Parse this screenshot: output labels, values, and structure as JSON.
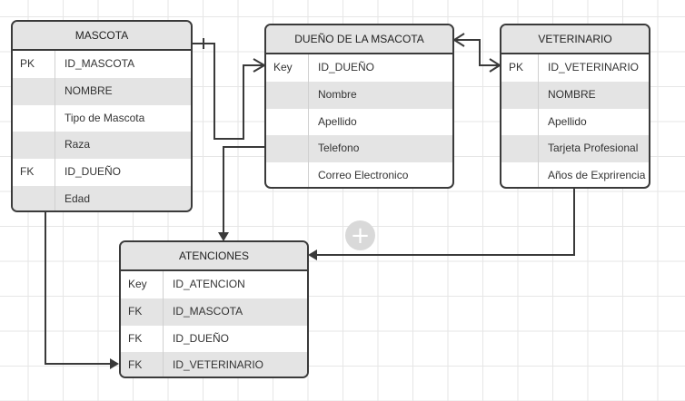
{
  "entities": [
    {
      "id": "mascota",
      "title": "MASCOTA",
      "rows": [
        {
          "key": "PK",
          "field": "ID_MASCOTA"
        },
        {
          "key": "",
          "field": "NOMBRE"
        },
        {
          "key": "",
          "field": "Tipo de Mascota"
        },
        {
          "key": "",
          "field": "Raza"
        },
        {
          "key": "FK",
          "field": "ID_DUEÑO"
        },
        {
          "key": "",
          "field": "Edad"
        }
      ]
    },
    {
      "id": "dueno",
      "title": "DUEÑO DE LA MSACOTA",
      "rows": [
        {
          "key": "Key",
          "field": "ID_DUEÑO"
        },
        {
          "key": "",
          "field": "Nombre"
        },
        {
          "key": "",
          "field": "Apellido"
        },
        {
          "key": "",
          "field": "Telefono"
        },
        {
          "key": "",
          "field": "Correo Electronico"
        }
      ]
    },
    {
      "id": "veterinario",
      "title": "VETERINARIO",
      "rows": [
        {
          "key": "PK",
          "field": "ID_VETERINARIO"
        },
        {
          "key": "",
          "field": "NOMBRE"
        },
        {
          "key": "",
          "field": "Apellido"
        },
        {
          "key": "",
          "field": "Tarjeta Profesional"
        },
        {
          "key": "",
          "field": "Años de Exprirencia"
        }
      ]
    },
    {
      "id": "atenciones",
      "title": "ATENCIONES",
      "rows": [
        {
          "key": "Key",
          "field": "ID_ATENCION"
        },
        {
          "key": "FK",
          "field": "ID_MASCOTA"
        },
        {
          "key": "FK",
          "field": "ID_DUEÑO"
        },
        {
          "key": "FK",
          "field": "ID_VETERINARIO"
        }
      ]
    }
  ],
  "relationships": [
    {
      "from": "mascota",
      "to": "dueno",
      "from_end": "one",
      "to_end": "many"
    },
    {
      "from": "dueno",
      "to": "veterinario",
      "from_end": "many",
      "to_end": "many"
    },
    {
      "from": "dueno",
      "to": "atenciones",
      "from_end": "none",
      "to_end": "arrow"
    },
    {
      "from": "veterinario",
      "to": "atenciones",
      "from_end": "none",
      "to_end": "arrow"
    },
    {
      "from": "mascota",
      "to": "atenciones",
      "from_end": "none",
      "to_end": "arrow"
    }
  ],
  "add_button": {
    "icon": "plus-icon",
    "symbol": "+"
  },
  "colors": {
    "border": "#3a3a3a",
    "header_bg": "#e4e4e4",
    "alt_row_bg": "#e4e4e4",
    "line": "#3a3a3a"
  }
}
